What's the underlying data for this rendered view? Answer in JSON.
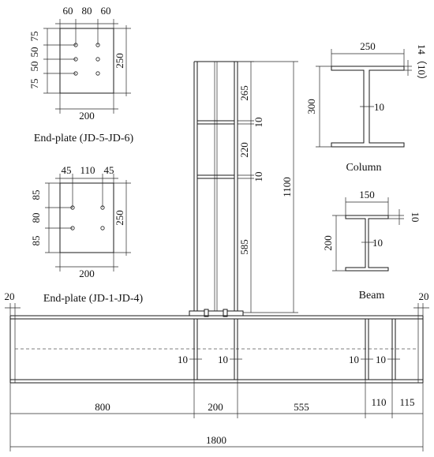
{
  "plate_top": {
    "dims": {
      "top_60a": "60",
      "top_80": "80",
      "top_60b": "60",
      "left_75a": "75",
      "left_50a": "50",
      "left_50b": "50",
      "left_75b": "75",
      "right_250": "250",
      "bottom_200": "200"
    },
    "caption": "End-plate (JD-5-JD-6)"
  },
  "plate_bottom": {
    "dims": {
      "top_45a": "45",
      "top_110": "110",
      "top_45b": "45",
      "left_85a": "85",
      "left_80": "80",
      "left_85b": "85",
      "right_250": "250",
      "bottom_200": "200"
    },
    "caption": "End-plate (JD-1-JD-4)"
  },
  "column_elevation": {
    "dims": {
      "d265": "265",
      "d10a": "10",
      "d220": "220",
      "d10b": "10",
      "d585": "585",
      "d1100": "1100"
    }
  },
  "column_section": {
    "dims": {
      "width": "250",
      "flange": "14（10）",
      "web": "10",
      "height": "300"
    },
    "caption": "Column"
  },
  "beam_section": {
    "dims": {
      "width": "150",
      "flange": "10",
      "web": "10",
      "height": "200"
    },
    "caption": "Beam"
  },
  "beam_elevation": {
    "dims": {
      "left_20": "20",
      "right_20": "20",
      "s1": "10",
      "s2": "10",
      "s3": "10",
      "s4": "10",
      "b800": "800",
      "b200": "200",
      "b555": "555",
      "b110": "110",
      "b115": "115",
      "total": "1800"
    }
  }
}
